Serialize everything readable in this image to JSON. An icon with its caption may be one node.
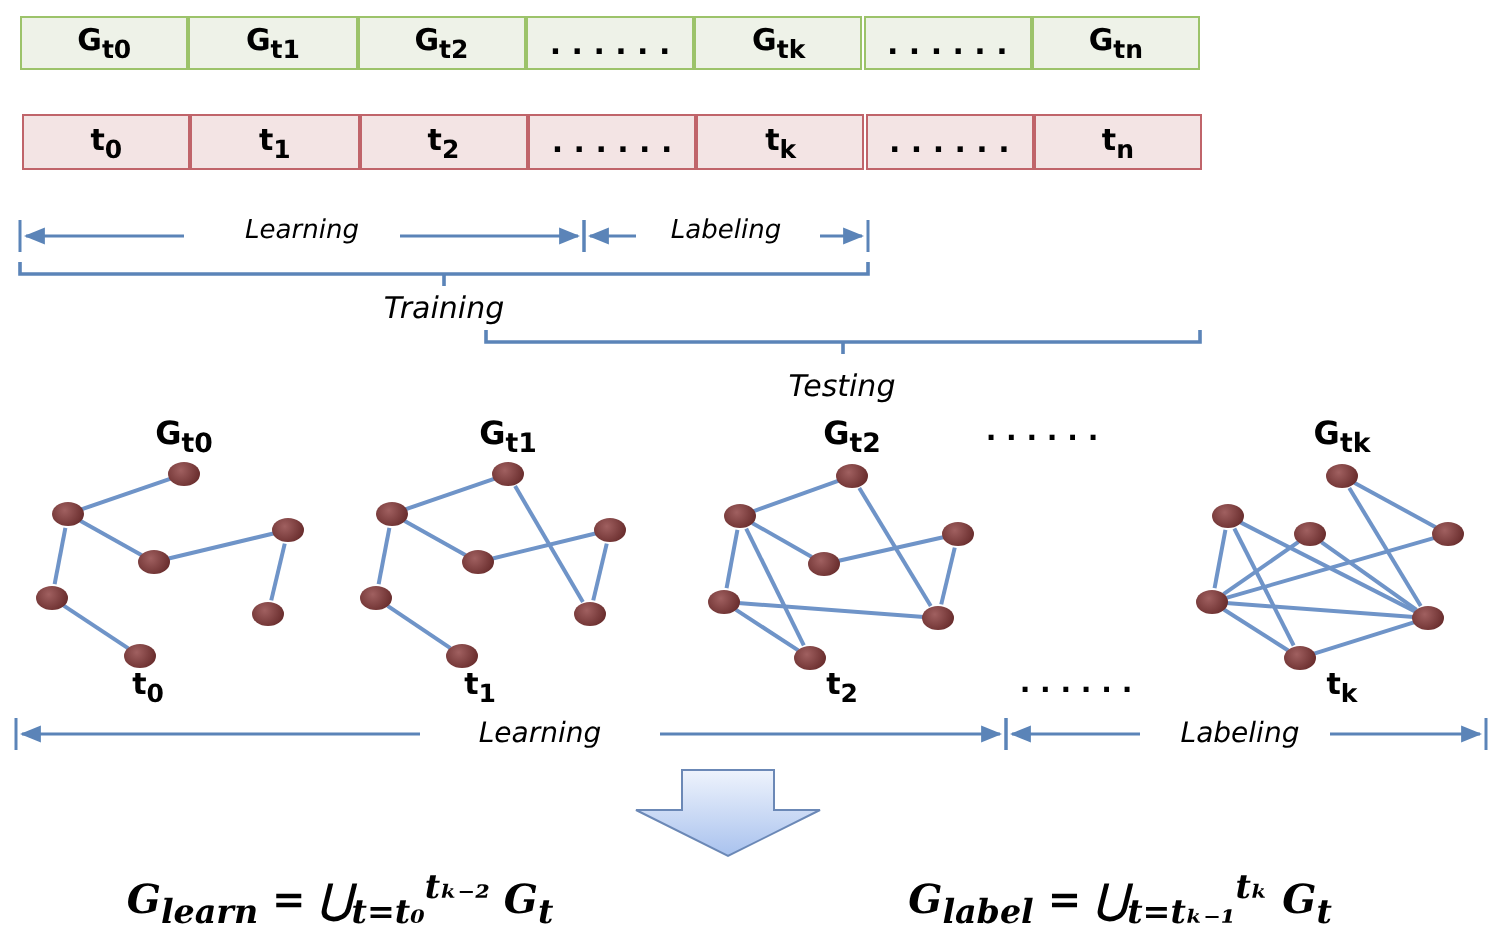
{
  "diagram": {
    "nodes": [
      {
        "text": [
          "G$_{t0}$"
        ]
      },
      {
        "text": [
          "G$_{t1}$"
        ]
      },
      {
        "text": [
          "G$_{t2}$"
        ]
      },
      {
        "text": [
          ". . . . . ."
        ]
      },
      {
        "text": [
          "G$_{tk}$"
        ]
      },
      {
        "text": [
          ". . . . . ."
        ]
      },
      {
        "text": [
          "G$_{tn}$"
        ]
      },
      {
        "text": [
          "t$_{0}$"
        ]
      },
      {
        "text": [
          "t$_{1}$"
        ]
      },
      {
        "text": [
          "t$_{2}$"
        ]
      },
      {
        "text": [
          ". . . . . ."
        ]
      },
      {
        "text": [
          "t$_{k}$"
        ]
      },
      {
        "text": [
          ". . . . . ."
        ]
      },
      {
        "text": [
          "t$_{n}$"
        ]
      },
      {
        "text": [],
        "shape": "circle"
      },
      {
        "text": [],
        "shape": "circle"
      },
      {
        "text": [],
        "shape": "circle"
      },
      {
        "text": [],
        "shape": "circle"
      },
      {
        "text": [],
        "shape": "circle"
      },
      {
        "text": [],
        "shape": "circle"
      },
      {
        "text": [],
        "shape": "circle"
      },
      {
        "text": [],
        "shape": "circle"
      },
      {
        "text": [],
        "shape": "circle"
      },
      {
        "text": [],
        "shape": "circle"
      },
      {
        "text": [],
        "shape": "circle"
      },
      {
        "text": [],
        "shape": "circle"
      },
      {
        "text": [],
        "shape": "circle"
      },
      {
        "text": [],
        "shape": "circle"
      },
      {
        "text": [],
        "shape": "circle"
      },
      {
        "text": [],
        "shape": "circle"
      },
      {
        "text": [],
        "shape": "circle"
      },
      {
        "text": [],
        "shape": "circle"
      },
      {
        "text": [],
        "shape": "circle"
      },
      {
        "text": [],
        "shape": "circle"
      },
      {
        "text": [],
        "shape": "circle"
      },
      {
        "text": [],
        "shape": "circle"
      },
      {
        "text": [],
        "shape": "circle"
      },
      {
        "text": [],
        "shape": "circle"
      },
      {
        "text": [],
        "shape": "circle"
      },
      {
        "text": [],
        "shape": "circle"
      },
      {
        "text": [],
        "shape": "circle"
      },
      {
        "text": [],
        "shape": "circle"
      }
    ],
    "edges": [
      {
        "from": 14,
        "to": 15,
        "arrow": "none"
      },
      {
        "from": 15,
        "to": 16,
        "arrow": "none"
      },
      {
        "from": 16,
        "to": 17,
        "arrow": "none"
      },
      {
        "from": 17,
        "to": 19,
        "arrow": "none"
      },
      {
        "from": 15,
        "to": 18,
        "arrow": "none"
      },
      {
        "from": 18,
        "to": 20,
        "arrow": "none"
      },
      {
        "from": 21,
        "to": 22,
        "arrow": "none"
      },
      {
        "from": 22,
        "to": 23,
        "arrow": "none"
      },
      {
        "from": 23,
        "to": 24,
        "arrow": "none"
      },
      {
        "from": 24,
        "to": 26,
        "arrow": "none"
      },
      {
        "from": 21,
        "to": 26,
        "arrow": "none"
      },
      {
        "from": 22,
        "to": 25,
        "arrow": "none"
      },
      {
        "from": 25,
        "to": 27,
        "arrow": "none"
      },
      {
        "from": 28,
        "to": 29,
        "arrow": "none"
      },
      {
        "from": 28,
        "to": 33,
        "arrow": "none"
      },
      {
        "from": 31,
        "to": 33,
        "arrow": "none"
      },
      {
        "from": 30,
        "to": 31,
        "arrow": "none"
      },
      {
        "from": 29,
        "to": 30,
        "arrow": "none"
      },
      {
        "from": 29,
        "to": 32,
        "arrow": "none"
      },
      {
        "from": 29,
        "to": 34,
        "arrow": "none"
      },
      {
        "from": 32,
        "to": 33,
        "arrow": "none"
      },
      {
        "from": 32,
        "to": 34,
        "arrow": "none"
      },
      {
        "from": 35,
        "to": 38,
        "arrow": "none"
      },
      {
        "from": 35,
        "to": 40,
        "arrow": "none"
      },
      {
        "from": 36,
        "to": 39,
        "arrow": "none"
      },
      {
        "from": 36,
        "to": 41,
        "arrow": "none"
      },
      {
        "from": 36,
        "to": 40,
        "arrow": "none"
      },
      {
        "from": 37,
        "to": 39,
        "arrow": "none"
      },
      {
        "from": 37,
        "to": 40,
        "arrow": "none"
      },
      {
        "from": 39,
        "to": 38,
        "arrow": "none"
      },
      {
        "from": 39,
        "to": 40,
        "arrow": "none"
      },
      {
        "from": 39,
        "to": 41,
        "arrow": "none"
      },
      {
        "from": 41,
        "to": 40,
        "arrow": "none"
      }
    ],
    "labels": [
      "Learning",
      "Labeling",
      "Training",
      "Testing",
      "G$_{t0}$",
      "G$_{t1}$",
      "G$_{t2}$",
      ". . . . . .",
      "G$_{tk}$",
      "t$_{0}$",
      "t$_{1}$",
      "t$_{2}$",
      ". . . . . .",
      "t$_{k}$",
      "Learning",
      "Labeling",
      "G$_{learn}$ = ⋃$_{t=t₀}$$^{tₖ₋₂}$ G$_{t}$",
      "G$_{label}$ = ⋃$_{t=tₖ₋₁}$$^{tₖ}$ G$_{t}$"
    ]
  }
}
